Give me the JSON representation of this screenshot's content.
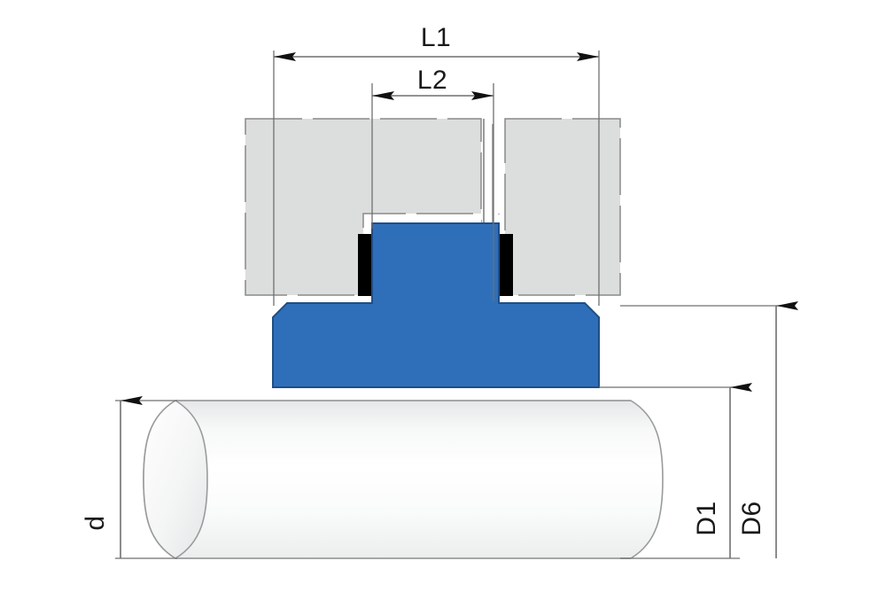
{
  "drawing": {
    "title": "Mechanical seal cross-section technical drawing",
    "background_color": "#ffffff",
    "dimension_labels": {
      "l1": "L1",
      "l2": "L2",
      "d_shaft": "d",
      "d1": "D1",
      "d6": "D6"
    },
    "colors": {
      "housing_gray": "#dcdddd",
      "seal_blue": "#2f6fba",
      "seal_blue_edge": "#1f4f86",
      "oring_black": "#000000",
      "line_dark": "#4a4a4a",
      "line_mid": "#8a8a8a",
      "shaft_light": "#fbfbfb",
      "shaft_shade": "#e9eaea",
      "arrow_black": "#111111"
    },
    "components": [
      {
        "name": "gland-housing-left",
        "fill": "#dcdddd",
        "label": ""
      },
      {
        "name": "gland-housing-right",
        "fill": "#dcdddd",
        "label": ""
      },
      {
        "name": "seal-face-blue",
        "fill": "#2f6fba",
        "label": ""
      },
      {
        "name": "oring-left",
        "fill": "#000000",
        "label": ""
      },
      {
        "name": "oring-right",
        "fill": "#000000",
        "label": ""
      },
      {
        "name": "shaft",
        "fill": "#f6f7f7",
        "label": ""
      }
    ]
  }
}
